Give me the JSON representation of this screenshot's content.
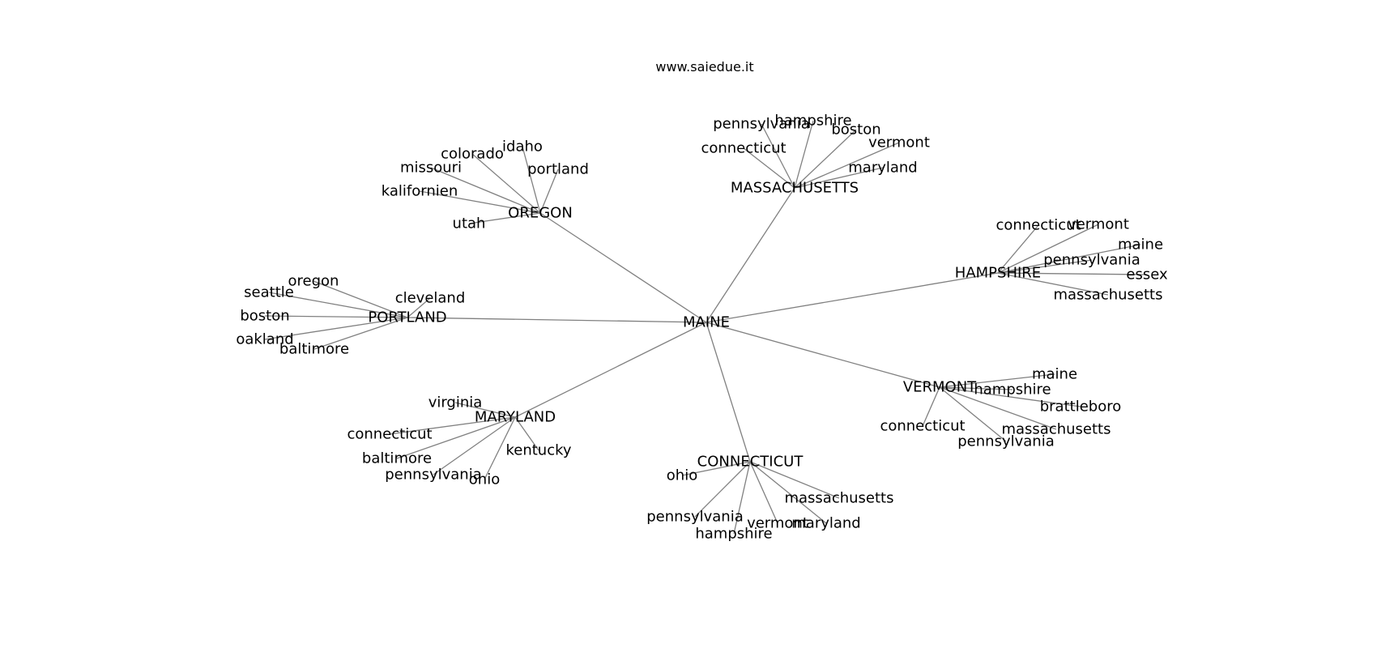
{
  "header": {
    "site_text": "www.saiedue.it"
  },
  "graph": {
    "root": "MAINE",
    "edge_color": "#808080",
    "groups": [
      {
        "hub": "OREGON",
        "leaves": [
          "idaho",
          "colorado",
          "missouri",
          "portland",
          "kalifornien",
          "utah"
        ]
      },
      {
        "hub": "MASSACHUSETTS",
        "leaves": [
          "pennsylvania",
          "hampshire",
          "boston",
          "connecticut",
          "vermont",
          "maryland"
        ]
      },
      {
        "hub": "HAMPSHIRE",
        "leaves": [
          "connecticut",
          "vermont",
          "maine",
          "pennsylvania",
          "essex",
          "massachusetts"
        ]
      },
      {
        "hub": "PORTLAND",
        "leaves": [
          "oregon",
          "seattle",
          "cleveland",
          "boston",
          "oakland",
          "baltimore"
        ]
      },
      {
        "hub": "VERMONT",
        "leaves": [
          "maine",
          "hampshire",
          "brattleboro",
          "connecticut",
          "massachusetts",
          "pennsylvania"
        ]
      },
      {
        "hub": "MARYLAND",
        "leaves": [
          "virginia",
          "connecticut",
          "baltimore",
          "kentucky",
          "pennsylvania",
          "ohio"
        ]
      },
      {
        "hub": "CONNECTICUT",
        "leaves": [
          "ohio",
          "massachusetts",
          "pennsylvania",
          "vermont",
          "maryland",
          "hampshire"
        ]
      }
    ]
  }
}
